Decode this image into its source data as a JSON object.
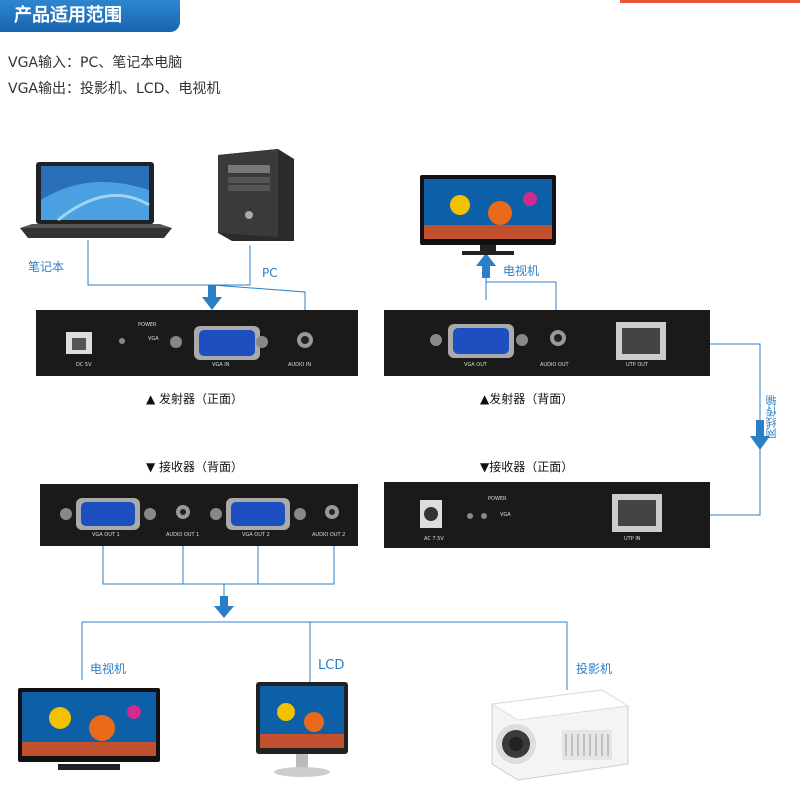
{
  "header": {
    "title": "产品适用范围"
  },
  "description": {
    "vga_input": "VGA输入：PC、笔记本电脑",
    "vga_output": "VGA输出：投影机、LCD、电视机"
  },
  "sources": {
    "laptop_label": "笔记本",
    "pc_label": "PC"
  },
  "display_label_tv_top": "电视机",
  "transmitter_front": {
    "caption": "▲ 发射器（正面）",
    "port_dc": "DC 5V",
    "port_power": "POWER",
    "port_vga": "VGA",
    "port_vga_in": "VGA IN",
    "port_audio_in": "AUDIO IN"
  },
  "transmitter_back": {
    "caption": "▲发射器（背面）",
    "port_vga_out": "VGA OUT",
    "port_audio_out": "AUDIO OUT",
    "port_utp_out": "UTP OUT"
  },
  "receiver_back": {
    "caption": "▼ 接收器（背面）",
    "port_vga_out1": "VGA OUT 1",
    "port_audio_out1": "AUDIO OUT 1",
    "port_vga_out2": "VGA OUT 2",
    "port_audio_out2": "AUDIO OUT 2"
  },
  "receiver_front": {
    "caption": "▼接收器（正面）",
    "port_ac": "AC 7.5V",
    "port_power": "POWER",
    "port_vga": "VGA",
    "port_utp_in": "UTP IN"
  },
  "cable_label": "网线传输",
  "outputs": {
    "tv": "电视机",
    "lcd": "LCD",
    "projector": "投影机"
  },
  "colors": {
    "accent": "#2b7fc7",
    "device": "#1a1a1a",
    "title_bar": "#1f78c4"
  }
}
